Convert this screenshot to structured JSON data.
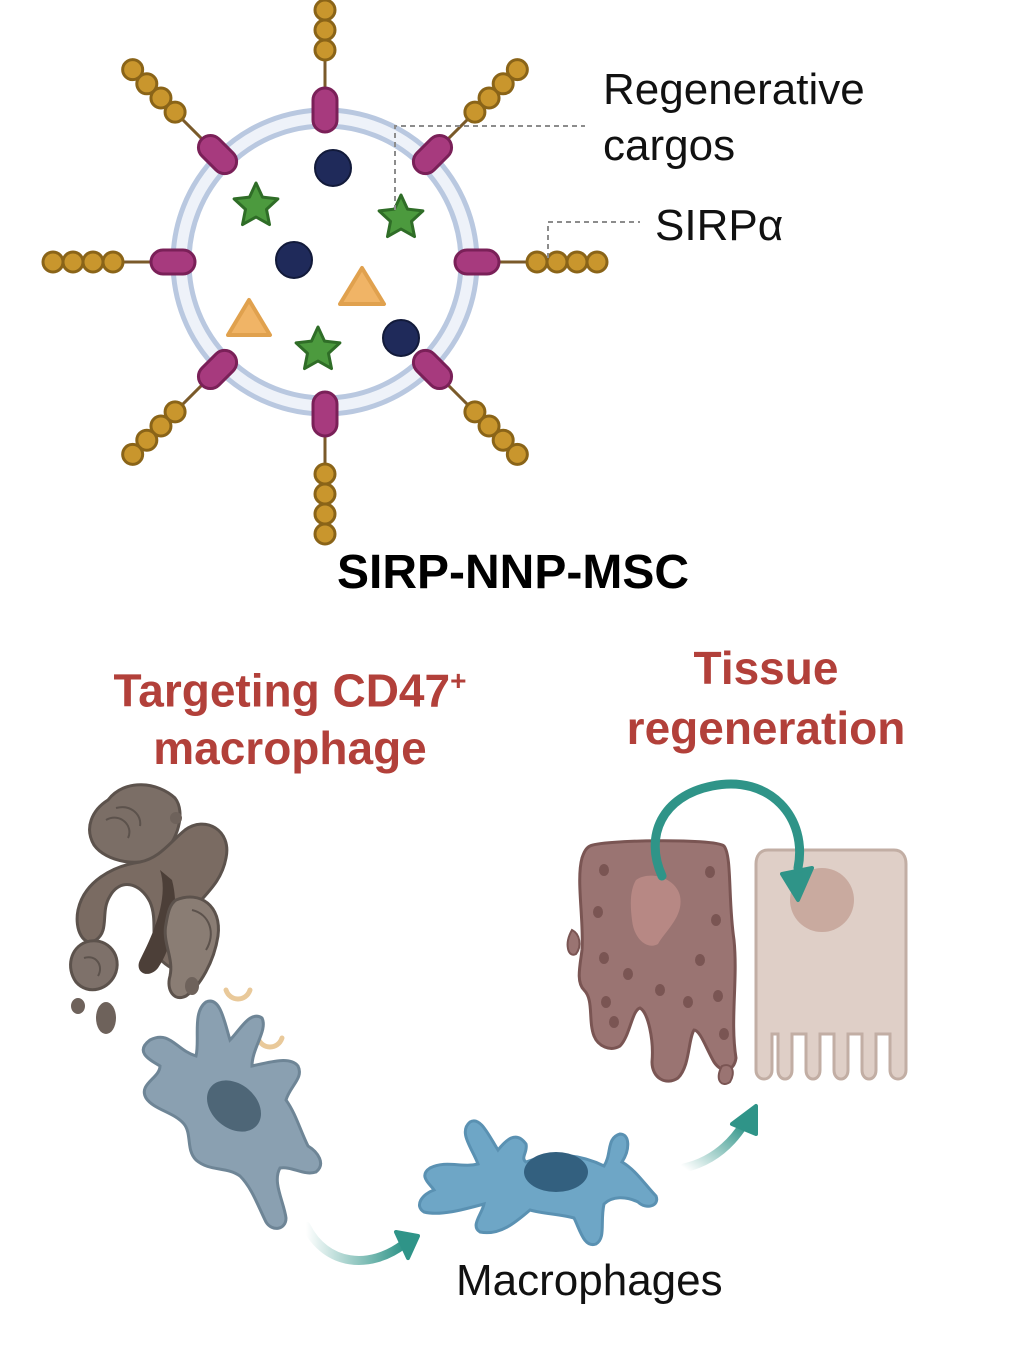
{
  "labels": {
    "regenerative_cargos_line1": "Regenerative",
    "regenerative_cargos_line2": "cargos",
    "sirp": "SIRPα",
    "title": "SIRP-NNP-MSC",
    "targeting_line1": "Targeting CD47",
    "targeting_sup": "+",
    "targeting_line2": "macrophage",
    "tissue_line1": "Tissue",
    "tissue_line2": "regeneration",
    "macrophages": "Macrophages"
  },
  "colors": {
    "membrane": "#b9c8e0",
    "receptor": "#a73a7e",
    "bead": "#c9962d",
    "star": "#4c9a3e",
    "dot": "#1f2a5a",
    "triangle": "#f0b466",
    "accent_text": "#b2403a",
    "arrow": "#2f9488",
    "macrophage_grey": "#8aa0b1",
    "macrophage_blue": "#6ea6c6",
    "damaged_cell": "#9a7472",
    "healthy_cell": "#dfcfc7",
    "debris": "#6e625b"
  },
  "icons": [
    "nanoparticle-vesicle",
    "apoptotic-debris",
    "macrophage-cell",
    "damaged-tissue-cell",
    "healthy-tissue-cell",
    "curved-arrow"
  ]
}
